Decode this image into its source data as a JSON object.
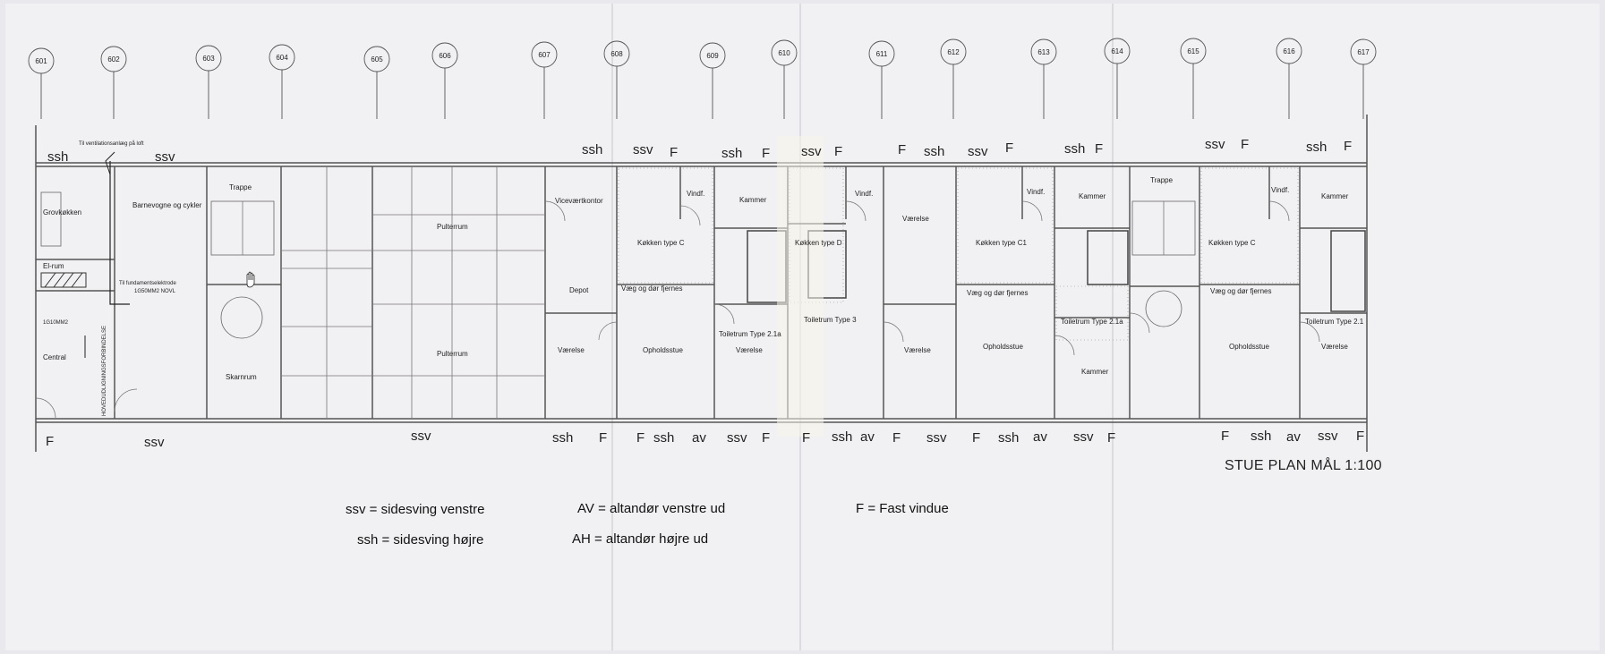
{
  "sheet_title": "STUE PLAN MÅL 1:100",
  "axes": [
    "601",
    "602",
    "603",
    "604",
    "605",
    "606",
    "607",
    "608",
    "609",
    "610",
    "611",
    "612",
    "613",
    "614",
    "615",
    "616",
    "617"
  ],
  "notes": {
    "ventilation": "Til ventilationsanlæg på loft",
    "foundation": "Til fundamentselektrode",
    "foundation_cable": "1G50MM2 NOVL",
    "ground_cable": "1G10MM2",
    "main_bond": "HOVEDUDLIGNINGSFORBINDELSE"
  },
  "rooms": {
    "grovkokken": "Grovkøkken",
    "barnevogne": "Barnevogne og cykler",
    "elrum": "El-rum",
    "central": "Central",
    "trappe_1": "Trappe",
    "skarnrum": "Skarnrum",
    "pulterrum_top": "Pulterrum",
    "pulterrum_bottom": "Pulterrum",
    "vicevaert": "Viceværtkontor",
    "depot": "Depot",
    "vaerelse_1": "Værelse",
    "kokken_c": "Køkken type C",
    "vaeg_1": "Væg og dør fjernes",
    "opholdsstue_1": "Opholdsstue",
    "vindf_1": "Vindf.",
    "kammer_1": "Kammer",
    "toilet_1": "Toiletrum Type 2.1a",
    "vaerelse_2": "Værelse",
    "kokken_d": "Køkken type D",
    "vindf_2": "Vindf.",
    "toilet_3": "Toiletrum Type 3",
    "vaerelse_3a": "Værelse",
    "vaerelse_3b": "Værelse",
    "kokken_c1": "Køkken type C1",
    "vaeg_2": "Væg og dør fjernes",
    "opholdsstue_2": "Opholdsstue",
    "vindf_3": "Vindf.",
    "kammer_2": "Kammer",
    "toilet_2": "Toiletrum Type 2.1a",
    "kammer_3": "Kammer",
    "trappe_2": "Trappe",
    "kokken_c2": "Køkken type C",
    "vaeg_3": "Væg og dør fjernes",
    "opholdsstue_3": "Opholdsstue",
    "vindf_4": "Vindf.",
    "kammer_4": "Kammer",
    "toilet_4": "Toiletrum Type 2.1",
    "vaerelse_4": "Værelse"
  },
  "window_marks_top": [
    "ssh",
    "ssv",
    "ssh",
    "ssv",
    "F",
    "ssh",
    "F",
    "ssv",
    "F",
    "F",
    "ssh",
    "ssv",
    "F",
    "ssh",
    "F",
    "ssv",
    "F",
    "ssh",
    "F"
  ],
  "window_marks_bottom": [
    "F",
    "ssv",
    "ssv",
    "ssh",
    "F",
    "F",
    "ssh",
    "av",
    "ssv",
    "F",
    "F",
    "ssh",
    "av",
    "F",
    "ssv",
    "F",
    "ssh",
    "av",
    "ssv",
    "F",
    "F",
    "ssh",
    "av",
    "ssv",
    "F"
  ],
  "legend": {
    "ssv": "ssv = sidesving venstre",
    "ssh": "ssh = sidesving højre",
    "av": "AV = altandør venstre ud",
    "ah": "AH = altandør højre ud",
    "f": "F = Fast vindue"
  }
}
